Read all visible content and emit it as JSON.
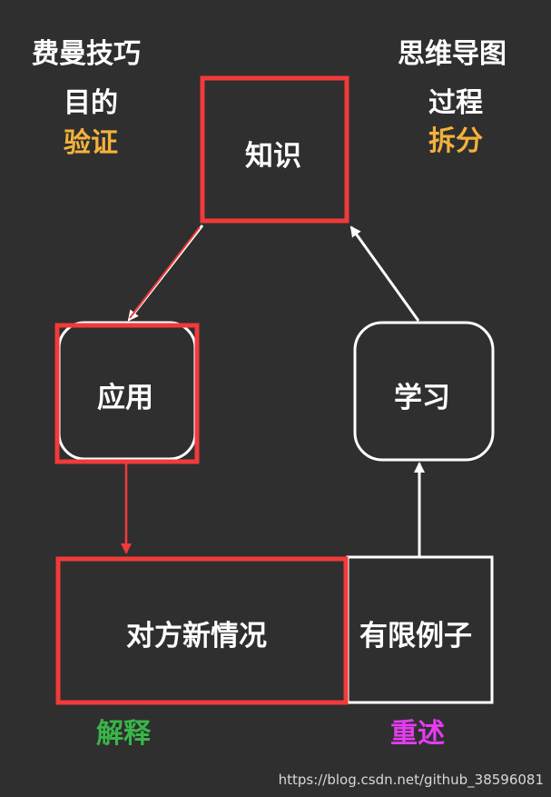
{
  "left_header": {
    "title": "费曼技巧",
    "purpose_label": "目的",
    "purpose_value": "验证"
  },
  "right_header": {
    "title": "思维导图",
    "process_label": "过程",
    "process_value": "拆分"
  },
  "nodes": {
    "knowledge": "知识",
    "apply": "应用",
    "learn": "学习",
    "new_situation": "对方新情况",
    "limited_examples": "有限例子"
  },
  "bottom_labels": {
    "explain": "解释",
    "restate": "重述"
  },
  "watermark": "https://blog.csdn.net/github_38596081",
  "colors": {
    "background": "#2f2f2f",
    "red_box": "#f23a3a",
    "white": "#ffffff",
    "orange": "#f3b23c",
    "green": "#39b54a",
    "magenta": "#e53cf0"
  }
}
